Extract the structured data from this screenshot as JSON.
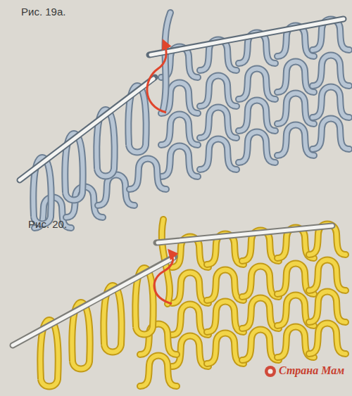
{
  "diagram": {
    "labels": [
      "Рис. 19а.",
      "Рис. 20.",
      "Страна Мам"
    ]
  }
}
